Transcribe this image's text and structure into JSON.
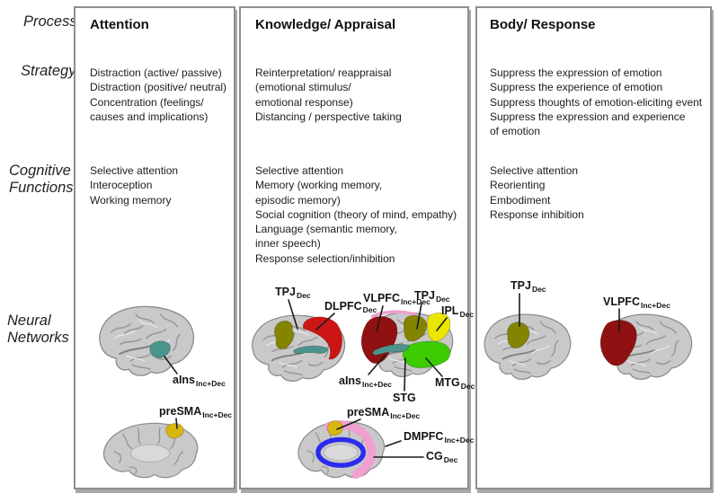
{
  "rows": {
    "process": "Process",
    "strategy": "Strategy",
    "cognitive": [
      "Cognitive",
      "Functions"
    ],
    "neural": [
      "Neural",
      "Networks"
    ]
  },
  "columns": [
    {
      "header": "Attention",
      "strategies": [
        "Distraction (active/ passive)",
        "Distraction (positive/ neutral)",
        "Concentration (feelings/",
        "causes and implications)"
      ],
      "functions": [
        "Selective attention",
        "Interoception",
        "Working memory"
      ]
    },
    {
      "header": "Knowledge/ Appraisal",
      "strategies": [
        "Reinterpretation/ reappraisal",
        "(emotional stimulus/",
        "emotional response)",
        "Distancing / perspective taking"
      ],
      "functions": [
        "Selective attention",
        "Memory (working memory,",
        "episodic memory)",
        "Social cognition (theory of mind, empathy)",
        "Language (semantic memory,",
        "inner speech)",
        "Response selection/inhibition"
      ]
    },
    {
      "header": "Body/ Response",
      "strategies": [
        "Suppress the expression of emotion",
        "Suppress the experience of emotion",
        "Suppress thoughts of emotion-eliciting event",
        "Suppress the expression and experience",
        "of emotion"
      ],
      "functions": [
        "Selective attention",
        "Reorienting",
        "Embodiment",
        "Response inhibition"
      ]
    }
  ],
  "regions": {
    "c1_ains": {
      "main": "aIns",
      "sub": "Inc+Dec"
    },
    "c1_presma": {
      "main": "preSMA",
      "sub": "Inc+Dec"
    },
    "c2_tpj_left": {
      "main": "TPJ",
      "sub": "Dec"
    },
    "c2_dlpfc": {
      "main": "DLPFC",
      "sub": "Dec"
    },
    "c2_vlpfc": {
      "main": "VLPFC",
      "sub": "Inc+Dec"
    },
    "c2_tpj_right": {
      "main": "TPJ",
      "sub": "Dec"
    },
    "c2_ipl": {
      "main": "IPL",
      "sub": "Dec"
    },
    "c2_ains": {
      "main": "aIns",
      "sub": "Inc+Dec"
    },
    "c2_stg": {
      "main": "STG",
      "sub": ""
    },
    "c2_mtg": {
      "main": "MTG",
      "sub": "Dec"
    },
    "c2_presma": {
      "main": "preSMA",
      "sub": "Inc+Dec"
    },
    "c2_dmpfc": {
      "main": "DMPFC",
      "sub": "Inc+Dec"
    },
    "c2_cg": {
      "main": "CG",
      "sub": "Dec"
    },
    "c3_tpj": {
      "main": "TPJ",
      "sub": "Dec"
    },
    "c3_vlpfc": {
      "main": "VLPFC",
      "sub": "Inc+Dec"
    }
  },
  "colors": {
    "olive": "#848400",
    "red": "#cd1515",
    "darkred": "#901111",
    "yellow": "#eae600",
    "green": "#3ccc00",
    "teal": "#4b948d",
    "gold": "#d7b70e",
    "pink": "#efa0cf",
    "blue": "#2b2bee"
  }
}
